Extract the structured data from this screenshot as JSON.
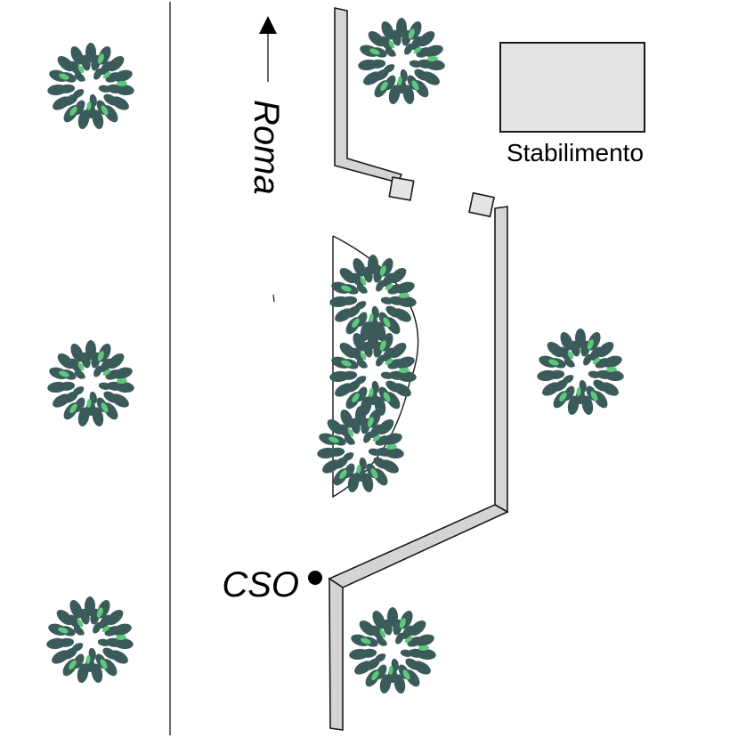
{
  "labels": {
    "direction": "Roma",
    "building": "Stabilimento",
    "point": "CSO"
  },
  "colors": {
    "wall_fill": "#d4d4d4",
    "stroke": "#1a1a1a",
    "tree_dark": "#3b5a5a",
    "tree_light": "#5cc87a",
    "building_fill": "#e4e4e4"
  },
  "icons": {
    "tree": "tree-icon",
    "arrow": "arrow-up-icon",
    "point": "dot-icon"
  }
}
